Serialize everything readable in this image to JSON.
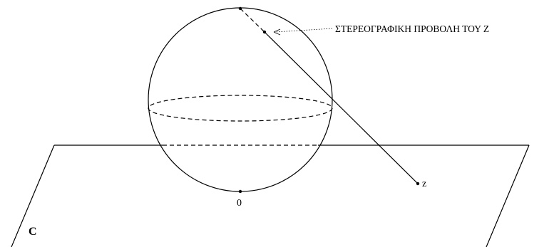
{
  "labels": {
    "annotation": "ΣΤΕΡΕΟΓΡΑΦΙΚΗ ΠΡΟΒΟΛΗ ΤΟΥ Ζ",
    "point_z": "z",
    "origin": "0",
    "plane": "C"
  },
  "colors": {
    "stroke": "#000000",
    "background": "#ffffff"
  }
}
